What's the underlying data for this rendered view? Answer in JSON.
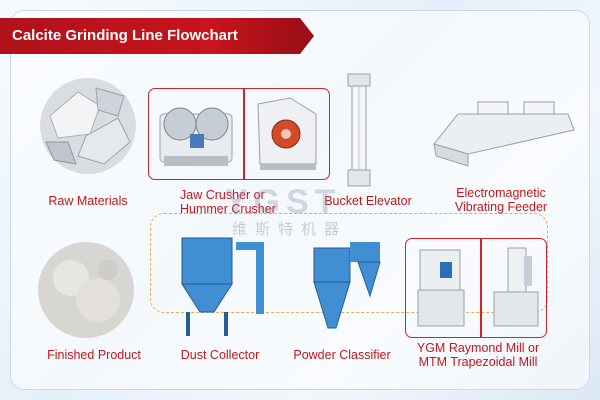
{
  "title": "Calcite Grinding Line Flowchart",
  "watermark": {
    "brand": "YGST",
    "sub": "维斯特机器"
  },
  "steps": {
    "raw": "Raw Materials",
    "crusher_line1": "Jaw Crusher or",
    "crusher_line2": "Hummer Crusher",
    "elevator": "Bucket Elevator",
    "feeder_line1": "Electromagnetic",
    "feeder_line2": "Vibrating Feeder",
    "finished": "Finished Product",
    "dust": "Dust Collector",
    "classifier": "Powder Classifier",
    "mill_line1": "YGM Raymond Mill or",
    "mill_line2": "MTM Trapezoidal Mill"
  },
  "colors": {
    "accent": "#c4161c",
    "banner": "#b0121a",
    "flow": "#e6b04a"
  }
}
